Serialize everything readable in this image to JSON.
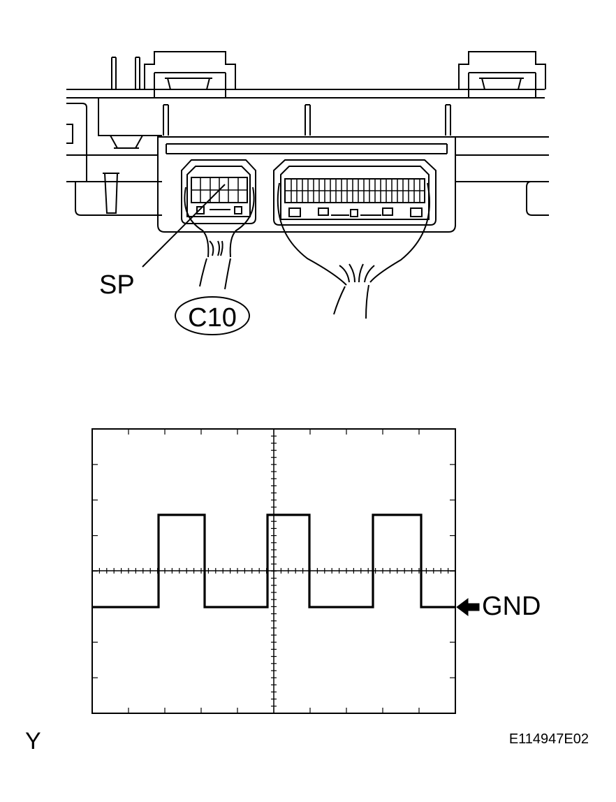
{
  "connector_diagram": {
    "probe_label": "SP",
    "connector_label": "C10"
  },
  "scope": {
    "ground_label": "GND",
    "waveform": {
      "type": "square-pulse",
      "pulses": 3,
      "low_level": "GND"
    }
  },
  "footer": {
    "view_letter": "Y",
    "figure_id": "E114947E02"
  },
  "colors": {
    "line": "#000000",
    "background": "#ffffff"
  }
}
